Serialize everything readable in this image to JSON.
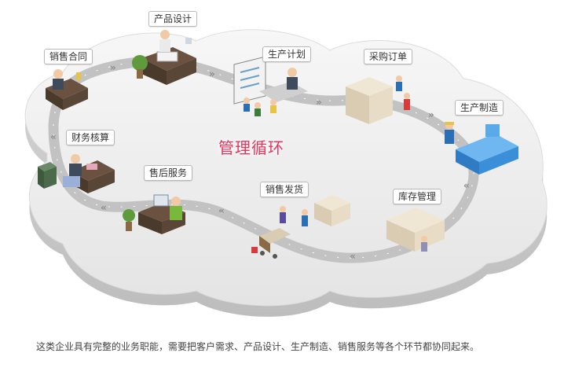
{
  "diagram": {
    "title": "管理循环",
    "caption": "这类企业具有完整的业务职能，需要把客户需求、产品设计、生产制造、销售服务等各个环节都协同起来。",
    "stages": {
      "sales_contract": "销售合同",
      "product_design": "产品设计",
      "production_plan": "生产计划",
      "purchase_order": "采购订单",
      "production_manufacturing": "生产制造",
      "inventory_management": "库存管理",
      "sales_delivery": "销售发货",
      "after_sales_service": "售后服务",
      "financial_accounting": "财务核算"
    }
  },
  "colors": {
    "platform_top": "#ececec",
    "platform_side": "#cfcfcf",
    "track": "#c2c2c2",
    "title": "#e8345b",
    "desk": "#5a4637",
    "box": "#e8dcc7",
    "machine": "#3a8fd8",
    "worker_vest": "#2a6fb5",
    "safe": "#4b6a4a"
  }
}
